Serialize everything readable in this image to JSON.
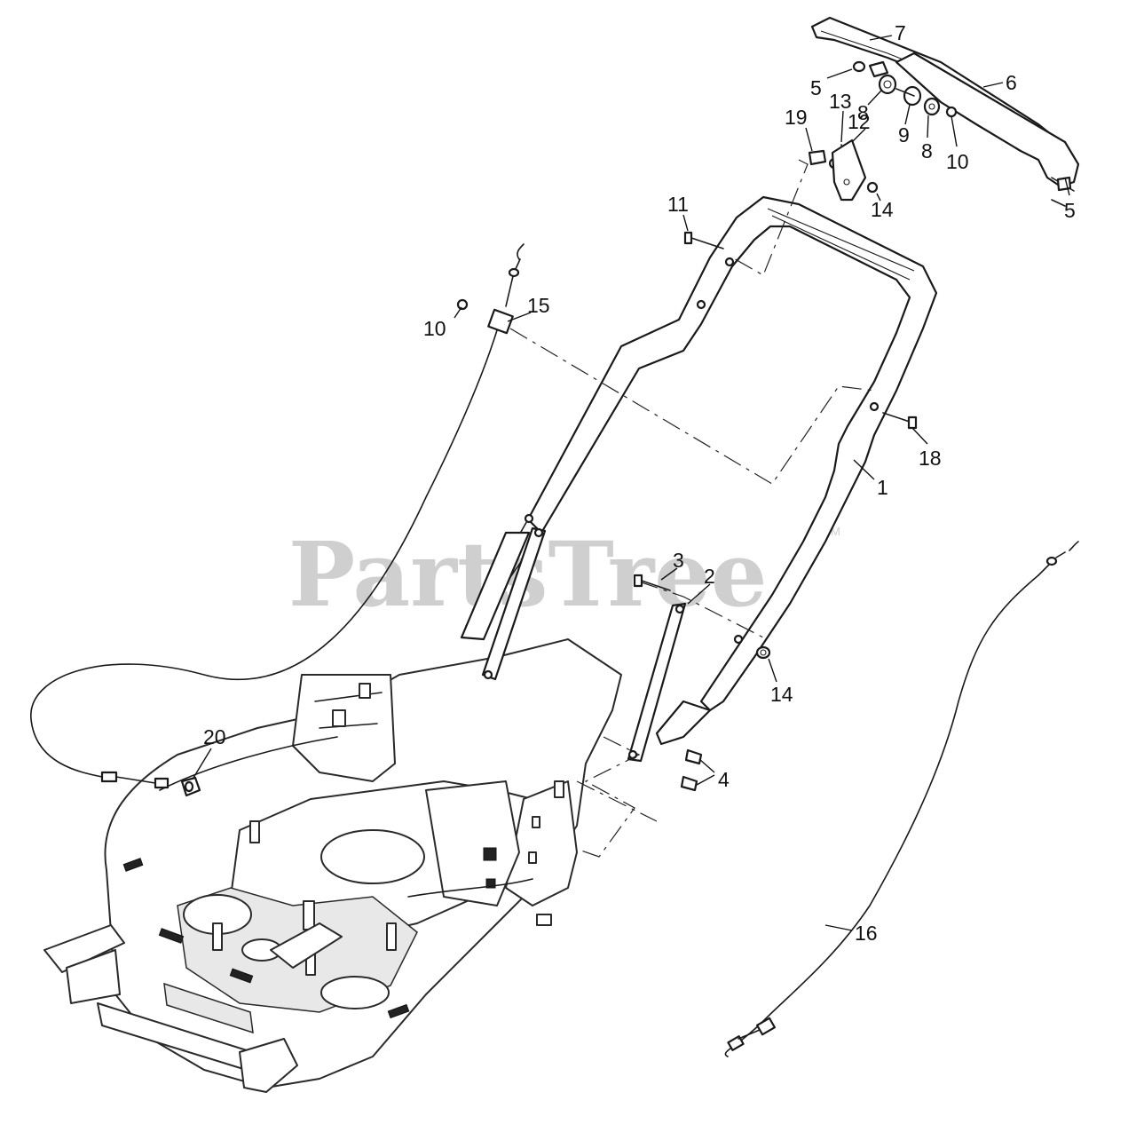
{
  "watermark": {
    "text": "PartsTree",
    "trademark": "TM"
  },
  "callouts": [
    "1",
    "2",
    "3",
    "4",
    "5",
    "5",
    "6",
    "7",
    "8",
    "8",
    "9",
    "10",
    "10",
    "11",
    "12",
    "13",
    "14",
    "14",
    "15",
    "16",
    "18",
    "19",
    "20"
  ]
}
